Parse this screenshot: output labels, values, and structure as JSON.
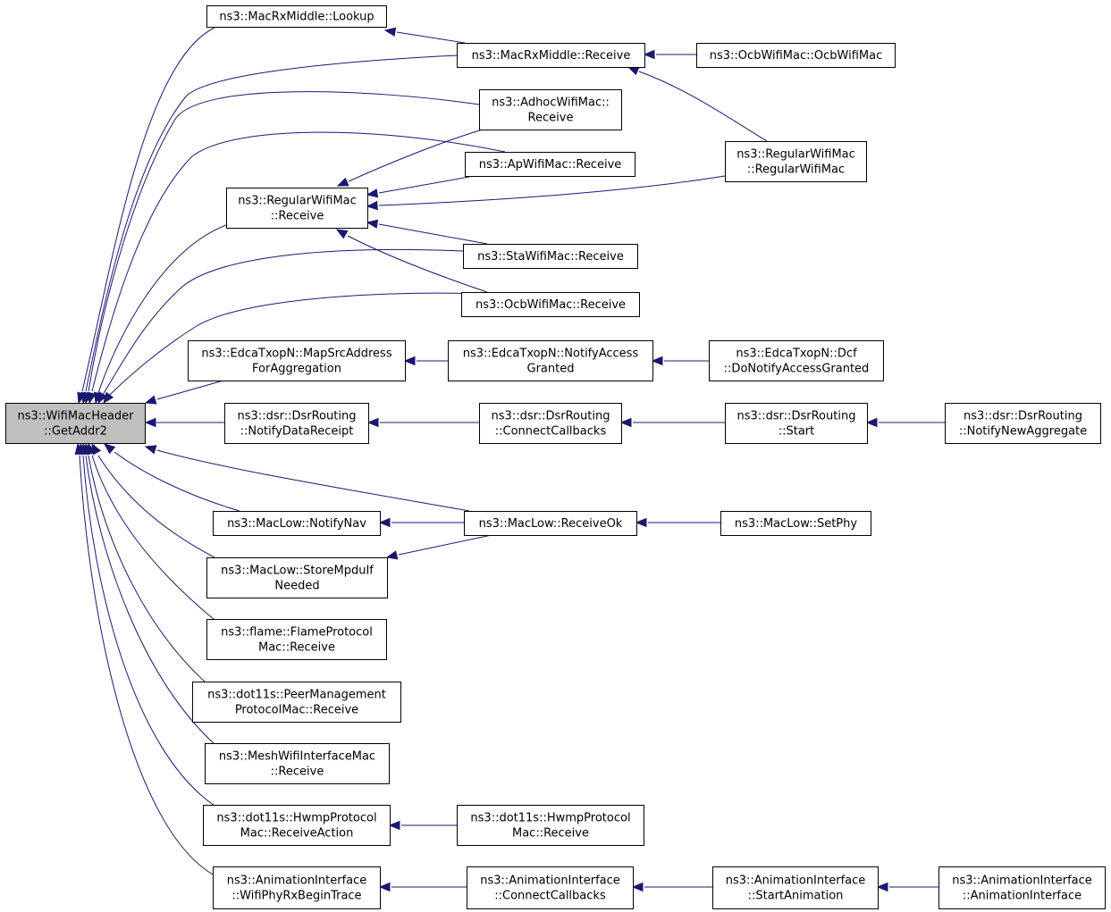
{
  "diagram": {
    "title": "",
    "nodes": [
      {
        "id": "getaddr2",
        "lines": [
          "ns3::WifiMacHeader",
          "::GetAddr2"
        ],
        "focus": true
      },
      {
        "id": "rxmiddle_lookup",
        "lines": [
          "ns3::MacRxMiddle::Lookup"
        ]
      },
      {
        "id": "rxmiddle_receive",
        "lines": [
          "ns3::MacRxMiddle::Receive"
        ]
      },
      {
        "id": "ocb_ctor",
        "lines": [
          "ns3::OcbWifiMac::OcbWifiMac"
        ]
      },
      {
        "id": "adhoc_receive",
        "lines": [
          "ns3::AdhocWifiMac::",
          "Receive"
        ]
      },
      {
        "id": "ap_receive",
        "lines": [
          "ns3::ApWifiMac::Receive"
        ]
      },
      {
        "id": "regular_ctor",
        "lines": [
          "ns3::RegularWifiMac",
          "::RegularWifiMac"
        ]
      },
      {
        "id": "regular_receive",
        "lines": [
          "ns3::RegularWifiMac",
          "::Receive"
        ]
      },
      {
        "id": "sta_receive",
        "lines": [
          "ns3::StaWifiMac::Receive"
        ]
      },
      {
        "id": "ocb_receive",
        "lines": [
          "ns3::OcbWifiMac::Receive"
        ]
      },
      {
        "id": "edca_mapsrc",
        "lines": [
          "ns3::EdcaTxopN::MapSrcAddress",
          "ForAggregation"
        ]
      },
      {
        "id": "edca_notify",
        "lines": [
          "ns3::EdcaTxopN::NotifyAccess",
          "Granted"
        ]
      },
      {
        "id": "edca_dcf",
        "lines": [
          "ns3::EdcaTxopN::Dcf",
          "::DoNotifyAccessGranted"
        ]
      },
      {
        "id": "dsr_notifydata",
        "lines": [
          "ns3::dsr::DsrRouting",
          "::NotifyDataReceipt"
        ]
      },
      {
        "id": "dsr_connect",
        "lines": [
          "ns3::dsr::DsrRouting",
          "::ConnectCallbacks"
        ]
      },
      {
        "id": "dsr_start",
        "lines": [
          "ns3::dsr::DsrRouting",
          "::Start"
        ]
      },
      {
        "id": "dsr_notifyagg",
        "lines": [
          "ns3::dsr::DsrRouting",
          "::NotifyNewAggregate"
        ]
      },
      {
        "id": "maclow_notifynav",
        "lines": [
          "ns3::MacLow::NotifyNav"
        ]
      },
      {
        "id": "maclow_receiveok",
        "lines": [
          "ns3::MacLow::ReceiveOk"
        ]
      },
      {
        "id": "maclow_setphy",
        "lines": [
          "ns3::MacLow::SetPhy"
        ]
      },
      {
        "id": "maclow_storempdu",
        "lines": [
          "ns3::MacLow::StoreMpduIf",
          "Needed"
        ]
      },
      {
        "id": "flame_receive",
        "lines": [
          "ns3::flame::FlameProtocol",
          "Mac::Receive"
        ]
      },
      {
        "id": "peer_receive",
        "lines": [
          "ns3::dot11s::PeerManagement",
          "ProtocolMac::Receive"
        ]
      },
      {
        "id": "mesh_receive",
        "lines": [
          "ns3::MeshWifiInterfaceMac",
          "::Receive"
        ]
      },
      {
        "id": "hwmp_receiveaction",
        "lines": [
          "ns3::dot11s::HwmpProtocol",
          "Mac::ReceiveAction"
        ]
      },
      {
        "id": "hwmp_receive",
        "lines": [
          "ns3::dot11s::HwmpProtocol",
          "Mac::Receive"
        ]
      },
      {
        "id": "anim_wifiphy",
        "lines": [
          "ns3::AnimationInterface",
          "::WifiPhyRxBeginTrace"
        ]
      },
      {
        "id": "anim_connect",
        "lines": [
          "ns3::AnimationInterface",
          "::ConnectCallbacks"
        ]
      },
      {
        "id": "anim_start",
        "lines": [
          "ns3::AnimationInterface",
          "::StartAnimation"
        ]
      },
      {
        "id": "anim_ctor",
        "lines": [
          "ns3::AnimationInterface",
          "::AnimationInterface"
        ]
      }
    ],
    "edges": [
      {
        "from": "rxmiddle_lookup",
        "to": "getaddr2"
      },
      {
        "from": "rxmiddle_receive",
        "to": "getaddr2"
      },
      {
        "from": "adhoc_receive",
        "to": "getaddr2"
      },
      {
        "from": "ap_receive",
        "to": "getaddr2"
      },
      {
        "from": "regular_receive",
        "to": "getaddr2"
      },
      {
        "from": "sta_receive",
        "to": "getaddr2"
      },
      {
        "from": "ocb_receive",
        "to": "getaddr2"
      },
      {
        "from": "edca_mapsrc",
        "to": "getaddr2"
      },
      {
        "from": "dsr_notifydata",
        "to": "getaddr2"
      },
      {
        "from": "maclow_receiveok",
        "to": "getaddr2"
      },
      {
        "from": "maclow_notifynav",
        "to": "getaddr2"
      },
      {
        "from": "maclow_storempdu",
        "to": "getaddr2"
      },
      {
        "from": "flame_receive",
        "to": "getaddr2"
      },
      {
        "from": "peer_receive",
        "to": "getaddr2"
      },
      {
        "from": "mesh_receive",
        "to": "getaddr2"
      },
      {
        "from": "hwmp_receiveaction",
        "to": "getaddr2"
      },
      {
        "from": "anim_wifiphy",
        "to": "getaddr2"
      },
      {
        "from": "rxmiddle_receive",
        "to": "rxmiddle_lookup"
      },
      {
        "from": "ocb_ctor",
        "to": "rxmiddle_receive"
      },
      {
        "from": "regular_ctor",
        "to": "rxmiddle_receive"
      },
      {
        "from": "adhoc_receive",
        "to": "regular_receive"
      },
      {
        "from": "ap_receive",
        "to": "regular_receive"
      },
      {
        "from": "regular_ctor",
        "to": "regular_receive"
      },
      {
        "from": "sta_receive",
        "to": "regular_receive"
      },
      {
        "from": "ocb_receive",
        "to": "regular_receive"
      },
      {
        "from": "edca_notify",
        "to": "edca_mapsrc"
      },
      {
        "from": "edca_dcf",
        "to": "edca_notify"
      },
      {
        "from": "dsr_connect",
        "to": "dsr_notifydata"
      },
      {
        "from": "dsr_start",
        "to": "dsr_connect"
      },
      {
        "from": "dsr_notifyagg",
        "to": "dsr_start"
      },
      {
        "from": "maclow_receiveok",
        "to": "maclow_notifynav"
      },
      {
        "from": "maclow_receiveok",
        "to": "maclow_storempdu"
      },
      {
        "from": "maclow_setphy",
        "to": "maclow_receiveok"
      },
      {
        "from": "hwmp_receive",
        "to": "hwmp_receiveaction"
      },
      {
        "from": "anim_connect",
        "to": "anim_wifiphy"
      },
      {
        "from": "anim_start",
        "to": "anim_connect"
      },
      {
        "from": "anim_ctor",
        "to": "anim_start"
      }
    ]
  },
  "colors": {
    "edge": "#191970",
    "node_border": "#000000",
    "node_fill": "#ffffff",
    "focus_fill": "#bfbfbf"
  }
}
